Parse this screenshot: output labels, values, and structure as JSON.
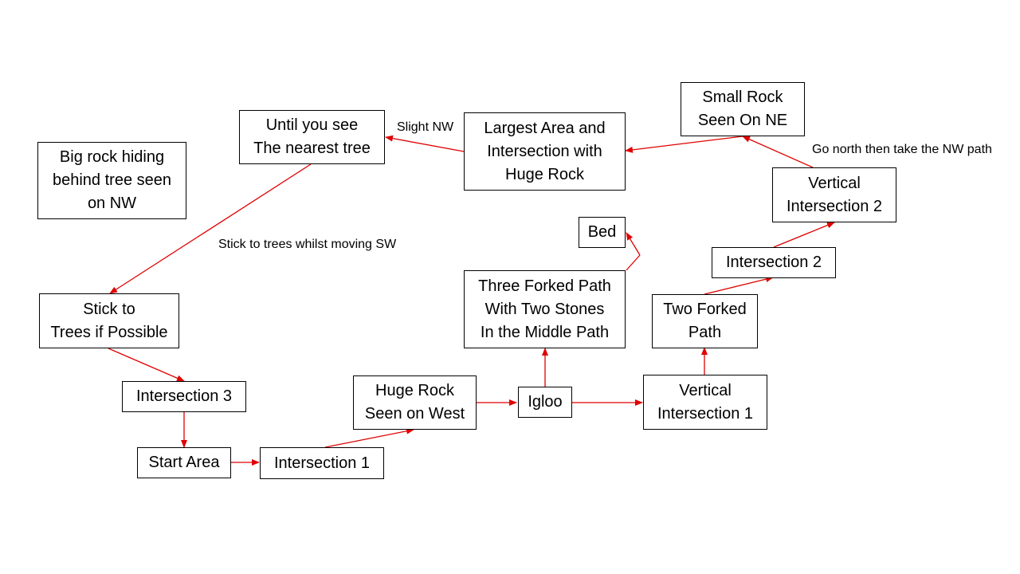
{
  "diagram": {
    "nodes": {
      "big_rock": [
        "Big rock hiding",
        "behind tree seen",
        "on NW"
      ],
      "until_tree": [
        "Until you see",
        "The nearest tree"
      ],
      "largest_area": [
        "Largest Area and",
        "Intersection with",
        "Huge Rock"
      ],
      "small_rock": [
        "Small Rock",
        "Seen On NE"
      ],
      "vertical_2": [
        "Vertical",
        "Intersection 2"
      ],
      "bed": [
        "Bed"
      ],
      "intersection_2": [
        "Intersection 2"
      ],
      "three_forked": [
        "Three Forked Path",
        "With Two Stones",
        "In the Middle Path"
      ],
      "two_forked": [
        "Two Forked",
        "Path"
      ],
      "stick_trees": [
        "Stick to",
        "Trees if Possible"
      ],
      "intersection_3": [
        "Intersection 3"
      ],
      "huge_rock_west": [
        "Huge Rock",
        "Seen on West"
      ],
      "igloo": [
        "Igloo"
      ],
      "vertical_1": [
        "Vertical",
        "Intersection 1"
      ],
      "start_area": [
        "Start Area"
      ],
      "intersection_1": [
        "Intersection 1"
      ]
    },
    "edge_labels": {
      "slight_nw": "Slight NW",
      "go_north": "Go north then take the NW path",
      "stick_sw": "Stick to trees whilst moving SW"
    },
    "edges": [
      [
        "start_area",
        "intersection_1"
      ],
      [
        "intersection_1",
        "huge_rock_west"
      ],
      [
        "huge_rock_west",
        "igloo"
      ],
      [
        "igloo",
        "vertical_1"
      ],
      [
        "igloo",
        "three_forked"
      ],
      [
        "three_forked",
        "bed"
      ],
      [
        "vertical_1",
        "two_forked"
      ],
      [
        "two_forked",
        "intersection_2"
      ],
      [
        "intersection_2",
        "vertical_2"
      ],
      [
        "vertical_2",
        "small_rock"
      ],
      [
        "small_rock",
        "largest_area"
      ],
      [
        "largest_area",
        "until_tree"
      ],
      [
        "until_tree",
        "stick_trees"
      ],
      [
        "stick_trees",
        "intersection_3"
      ],
      [
        "intersection_3",
        "start_area"
      ]
    ],
    "colors": {
      "edge": "#e00000",
      "box_border": "#000000",
      "background": "#ffffff"
    }
  }
}
